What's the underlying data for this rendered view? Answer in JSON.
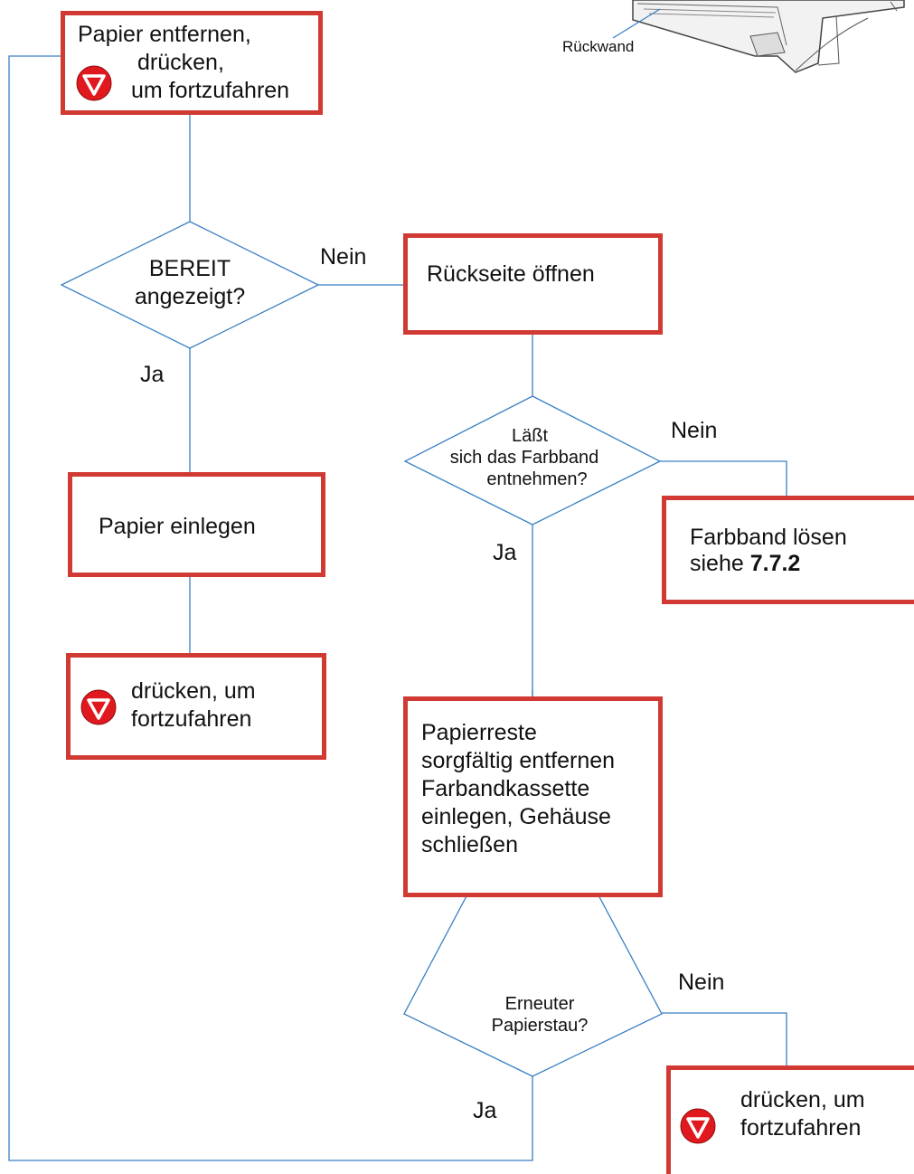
{
  "colors": {
    "box_border": "#d03a33",
    "connector": "#3a7fc4",
    "icon_fill": "#e0191f"
  },
  "caption": {
    "rear_panel": "Rückwand"
  },
  "icon": "red-triangle-down-button-icon",
  "boxes": {
    "remove_paper": {
      "line1": "Papier entfernen,",
      "line2": "drücken,",
      "line3": "um fortzufahren"
    },
    "open_back": {
      "text": "Rückseite öffnen"
    },
    "insert_paper": {
      "text": "Papier einlegen"
    },
    "press_continue_1": {
      "line1": "drücken, um",
      "line2": "fortzufahren"
    },
    "release_ribbon": {
      "line1": "Farbband lösen",
      "line2_prefix": "siehe ",
      "line2_ref": "7.7.2"
    },
    "remove_scraps": {
      "line1": "Papierreste",
      "line2": "sorgfältig entfernen",
      "line3": "Farbandkassette",
      "line4": "einlegen, Gehäuse",
      "line5": "schließen"
    },
    "press_continue_2": {
      "line1": "drücken, um",
      "line2": "fortzufahren"
    }
  },
  "decisions": {
    "ready": {
      "line1": "BEREIT",
      "line2": "angezeigt?"
    },
    "ribbon": {
      "line1": "Läßt",
      "line2": "sich das Farbband",
      "line3": "entnehmen?"
    },
    "jam_again": {
      "line1": "Erneuter",
      "line2": "Papierstau?"
    }
  },
  "labels": {
    "ready_no": "Nein",
    "ready_yes": "Ja",
    "ribbon_no": "Nein",
    "ribbon_yes": "Ja",
    "jam_no": "Nein",
    "jam_yes": "Ja"
  }
}
